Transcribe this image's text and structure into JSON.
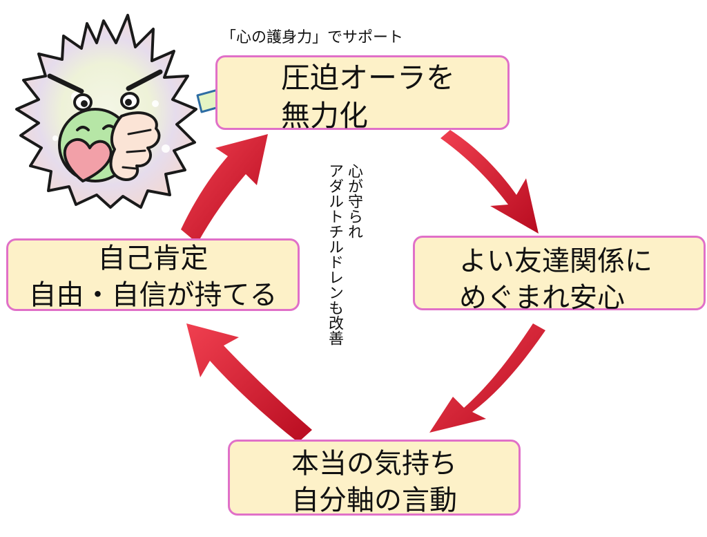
{
  "caption": "「心の護身力」でサポート",
  "center_note": {
    "line1": "心が守られ",
    "line2": "アダルトチルドレンも改善"
  },
  "boxes": {
    "top": {
      "line1": "圧迫オーラを",
      "line2": "無力化"
    },
    "right": {
      "line1": "よい友達関係に",
      "line2": "めぐまれ安心"
    },
    "bottom": {
      "line1": "本当の気持ち",
      "line2": "自分軸の言動"
    },
    "left": {
      "line1": "自己肯定",
      "line2": "自由・自信が持てる"
    }
  },
  "colors": {
    "box_fill": "#fdf1c8",
    "box_border": "#e070c8",
    "cycle_arrow": "#d0142c",
    "pointer_arrow_fill": "#e4f4c4",
    "pointer_arrow_border": "#2e6da4"
  },
  "icons": {
    "mascot": "guardian-mascot-hugging-heart-icon"
  }
}
